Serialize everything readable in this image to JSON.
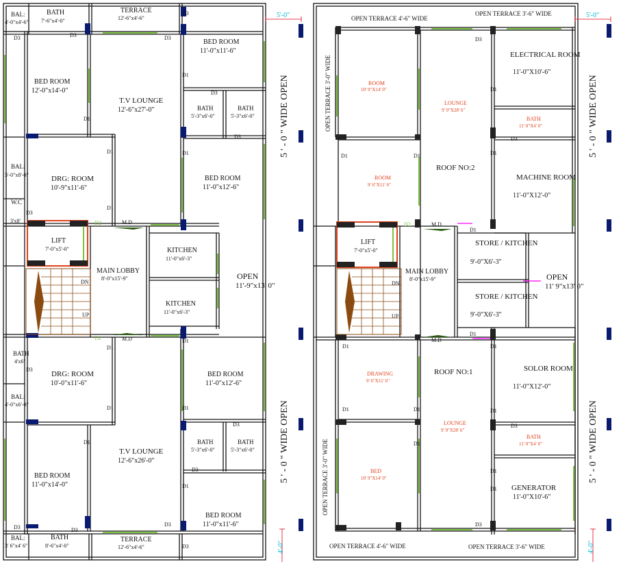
{
  "plan_left": {
    "rooms": [
      {
        "id": "bal-1",
        "name": "BAL:",
        "size": "4'-0\"x4'-6\""
      },
      {
        "id": "bath-top",
        "name": "BATH",
        "size": "7'-6\"x4'-0\""
      },
      {
        "id": "terrace-top",
        "name": "TERRACE",
        "size": "12'-6\"x4'-6\""
      },
      {
        "id": "bed-1",
        "name": "BED ROOM",
        "size": "12'-0\"x14'-0\""
      },
      {
        "id": "tv-1",
        "name": "T.V LOUNGE",
        "size": "12'-6\"x27'-0\""
      },
      {
        "id": "bed-2",
        "name": "BED ROOM",
        "size": "11'-0\"x11'-6\""
      },
      {
        "id": "bath-a",
        "name": "BATH",
        "size": "5'-3\"x6'-0\""
      },
      {
        "id": "bath-b",
        "name": "BATH",
        "size": "5'-3\"x6'-0\""
      },
      {
        "id": "bal-2",
        "name": "BAL:",
        "size": "5'-0\"x8'-0\""
      },
      {
        "id": "drg-1",
        "name": "DRG: ROOM",
        "size": "10'-9\"x11'-6\""
      },
      {
        "id": "bed-3",
        "name": "BED ROOM",
        "size": "11'-0\"x12'-6\""
      },
      {
        "id": "wc",
        "name": "W.C",
        "size": "3'x8'"
      },
      {
        "id": "lift",
        "name": "LIFT",
        "size": "7'-0\"x5'-0\""
      },
      {
        "id": "lobby",
        "name": "MAIN LOBBY",
        "size": "8'-0\"x15'-9\""
      },
      {
        "id": "kitchen-1",
        "name": "KITCHEN",
        "size": "11'-0\"x6'-3\""
      },
      {
        "id": "kitchen-2",
        "name": "KITCHEN",
        "size": "11'-0\"x6'-3\""
      },
      {
        "id": "open",
        "name": "OPEN",
        "size": "11'-9\"x13' 0\""
      },
      {
        "id": "bath-c",
        "name": "BATH",
        "size": "4'x6'"
      },
      {
        "id": "drg-2",
        "name": "DRG: ROOM",
        "size": "10'-0\"x11'-6\""
      },
      {
        "id": "bed-4",
        "name": "BED ROOM",
        "size": "11'-0\"x12'-6\""
      },
      {
        "id": "bal-3",
        "name": "BAL:",
        "size": "4'-0\"x6'-0\""
      },
      {
        "id": "bath-d",
        "name": "BATH",
        "size": "5'-3\"x6'-0\""
      },
      {
        "id": "bath-e",
        "name": "BATH",
        "size": "5'-3\"x6'-0\""
      },
      {
        "id": "bed-5",
        "name": "BED ROOM",
        "size": "11'-0\"x14'-0\""
      },
      {
        "id": "tv-2",
        "name": "T.V LOUNGE",
        "size": "12'-6\"x26'-0\""
      },
      {
        "id": "bed-6",
        "name": "BED ROOM",
        "size": "11'-0\"x11'-6\""
      },
      {
        "id": "bal-4",
        "name": "BAL:",
        "size": "3' 6\"x4' 6\""
      },
      {
        "id": "bath-f",
        "name": "BATH",
        "size": "8'-6\"x4'-0\""
      },
      {
        "id": "terrace-bot",
        "name": "TERRACE",
        "size": "12'-6\"x4'-6\""
      }
    ],
    "wide_open": "5 ' - 0 \" WIDE OPEN",
    "dim_top": "5'-0\"",
    "dim_bottom": "4'-0\"",
    "stair_dn": "DN",
    "stair_up": "UP",
    "md": "M.D",
    "doors": {
      "d1": "D1",
      "d2": "D2",
      "d3": "D3"
    }
  },
  "plan_right": {
    "open_terrace_tl": "OPEN TERRACE  4'-6\"  WIDE",
    "open_terrace_tr": "OPEN TERRACE  3'-6\"  WIDE",
    "open_terrace_bl": "OPEN TERRACE  4'-6\"  WIDE",
    "open_terrace_br": "OPEN TERRACE  3'-6\"  WIDE",
    "open_terrace_vt": "OPEN TERRACE  3'-0\"  WIDE",
    "open_terrace_vb": "OPEN TERRACE  3'-0\"  WIDE",
    "rooms": [
      {
        "id": "r-room-1",
        "name": "ROOM",
        "size": "10' 9\"X14' 0\""
      },
      {
        "id": "r-lounge-1",
        "name": "LOUNGE",
        "size": "9' 9\"X28' 6\""
      },
      {
        "id": "r-elec",
        "name": "ELECTRICAL ROOM",
        "size": "11'-0\"X10'-6\""
      },
      {
        "id": "r-bath-1",
        "name": "BATH",
        "size": "11' 0\"X4' 0\""
      },
      {
        "id": "r-room-2",
        "name": "ROOM",
        "size": "9' 6\"X11' 6\""
      },
      {
        "id": "r-roof-2",
        "name": "ROOF NO:2",
        "size": ""
      },
      {
        "id": "r-machine",
        "name": "MACHINE ROOM",
        "size": "11'-0\"X12'-0\""
      },
      {
        "id": "r-lift",
        "name": "LIFT",
        "size": "7'-0\"x5'-0\""
      },
      {
        "id": "r-lobby",
        "name": "MAIN LOBBY",
        "size": "8'-0\"x15'-9\""
      },
      {
        "id": "r-store-1",
        "name": "STORE / KITCHEN",
        "size": "9'-0\"X6'-3\""
      },
      {
        "id": "r-store-2",
        "name": "STORE / KITCHEN",
        "size": "9'-0\"X6'-3\""
      },
      {
        "id": "r-open",
        "name": "OPEN",
        "size": "11' 9\"x13' 0\""
      },
      {
        "id": "r-drawing",
        "name": "DRAWING",
        "size": "9' 6\"X11' 6\""
      },
      {
        "id": "r-roof-1",
        "name": "ROOF NO:1",
        "size": ""
      },
      {
        "id": "r-solor",
        "name": "SOLOR ROOM",
        "size": "11'-0\"X12'-0\""
      },
      {
        "id": "r-lounge-2",
        "name": "LOUNGE",
        "size": "9' 9\"X28' 6\""
      },
      {
        "id": "r-bath-2",
        "name": "BATH",
        "size": "11' 0\"X4' 0\""
      },
      {
        "id": "r-bed",
        "name": "BED",
        "size": "10' 9\"X14' 0\""
      },
      {
        "id": "r-gen",
        "name": "GENERATOR",
        "size": "11'-0\"X10'-6\""
      }
    ],
    "wide_open": "5 ' - 0 \" WIDE OPEN",
    "dim_top": "5'-0\"",
    "dim_bottom": "4'-0\"",
    "stair_dn": "DN",
    "stair_up": "UP",
    "md": "M.D",
    "doors": {
      "d1": "D1",
      "d2": "D2",
      "d3": "D3"
    }
  },
  "colors": {
    "wall": "#111111",
    "column": "#0a1a6e",
    "window": "#7dc242",
    "stair": "#8b4a10",
    "lift_frame": "#e0401a",
    "dim": "#e0001a",
    "dim_text": "#00b8d8",
    "accent_line": "#ff00ff"
  }
}
